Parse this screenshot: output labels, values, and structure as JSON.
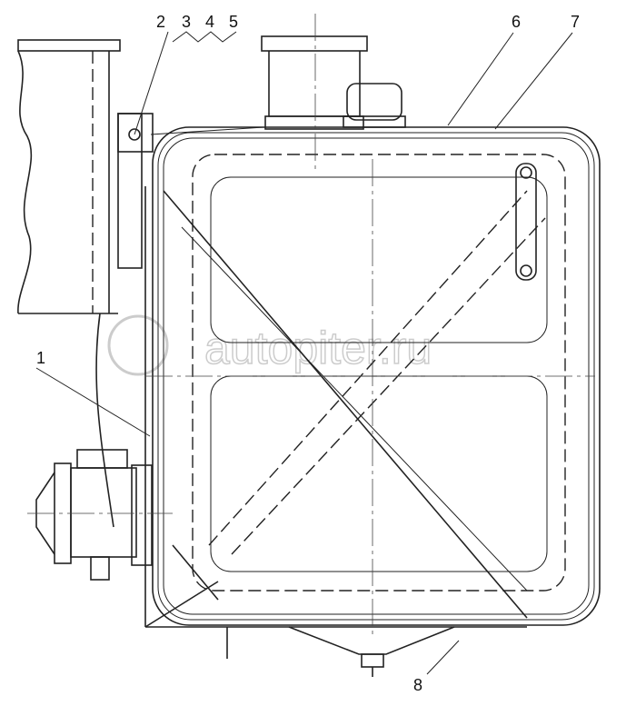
{
  "drawing": {
    "callouts": [
      "1",
      "2",
      "3",
      "4",
      "5",
      "6",
      "7",
      "8"
    ],
    "watermark": "autopiter.ru"
  }
}
